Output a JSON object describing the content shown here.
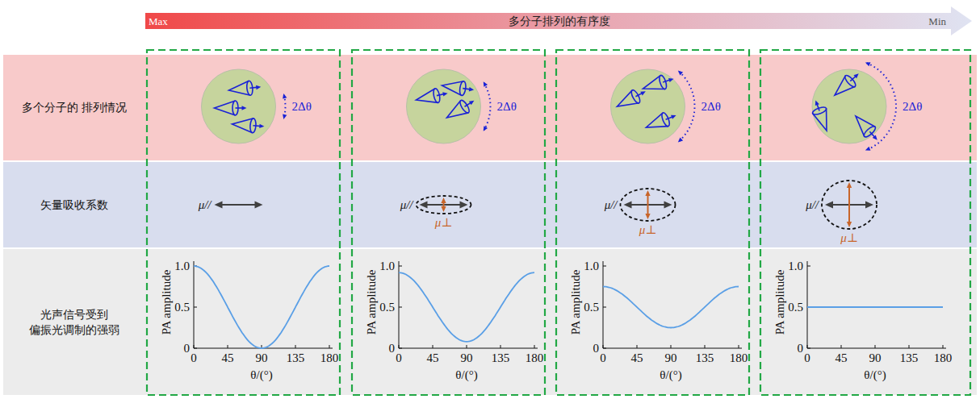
{
  "diagram": {
    "nodes": [
      {
        "text": [
          "Max",
          "多分子排列的有序度",
          "Min"
        ]
      },
      {
        "text": [
          "多个分子的 排列情况"
        ]
      },
      {
        "text": [
          "矢量吸收系数"
        ]
      },
      {
        "text": [
          "光声信号受到 偏振光调制的强弱"
        ]
      }
    ],
    "labels": [
      "2Δθ",
      "μ//",
      "1.0",
      "0.5",
      "0",
      "0",
      "45",
      "90",
      "135",
      "180",
      "PA amplitude",
      "θ/(°)",
      "2Δθ",
      "μ//",
      "μ⊥",
      "1.0",
      "0.5",
      "0",
      "0",
      "45",
      "90",
      "135",
      "180",
      "PA amplitude",
      "θ/(°)",
      "2Δθ",
      "μ//",
      "μ⊥",
      "1.0",
      "0.5",
      "0",
      "0",
      "45",
      "90",
      "135",
      "180",
      "PA amplitude",
      "θ/(°)",
      "2Δθ",
      "μ//",
      "μ⊥",
      "1.0",
      "0.5",
      "0",
      "0",
      "45",
      "90",
      "135",
      "180",
      "PA amplitude",
      "θ/(°)"
    ]
  }
}
